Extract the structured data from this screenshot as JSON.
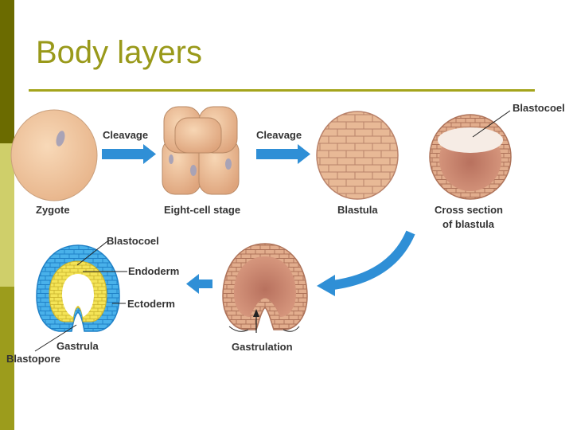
{
  "slide": {
    "title": "Body layers",
    "colors": {
      "accent": "#a4a41c",
      "sidebar_dark": "#6b6b00",
      "sidebar_light": "#cfcf6a",
      "sidebar_mid": "#9c9c1c",
      "arrow": "#2f8fd6",
      "ectoderm": "#3aa6e6",
      "endoderm": "#f2e04a"
    }
  },
  "diagram": {
    "stages": {
      "zygote": "Zygote",
      "eight_cell": "Eight-cell stage",
      "blastula": "Blastula",
      "cross_section_line1": "Cross section",
      "cross_section_line2": "of blastula",
      "gastrulation": "Gastrulation",
      "gastrula": "Gastrula"
    },
    "arrows": {
      "cleavage_1": "Cleavage",
      "cleavage_2": "Cleavage"
    },
    "parts": {
      "blastocoel_top": "Blastocoel",
      "blastocoel_gastrula": "Blastocoel",
      "endoderm": "Endoderm",
      "ectoderm": "Ectoderm",
      "blastopore": "Blastopore"
    }
  }
}
